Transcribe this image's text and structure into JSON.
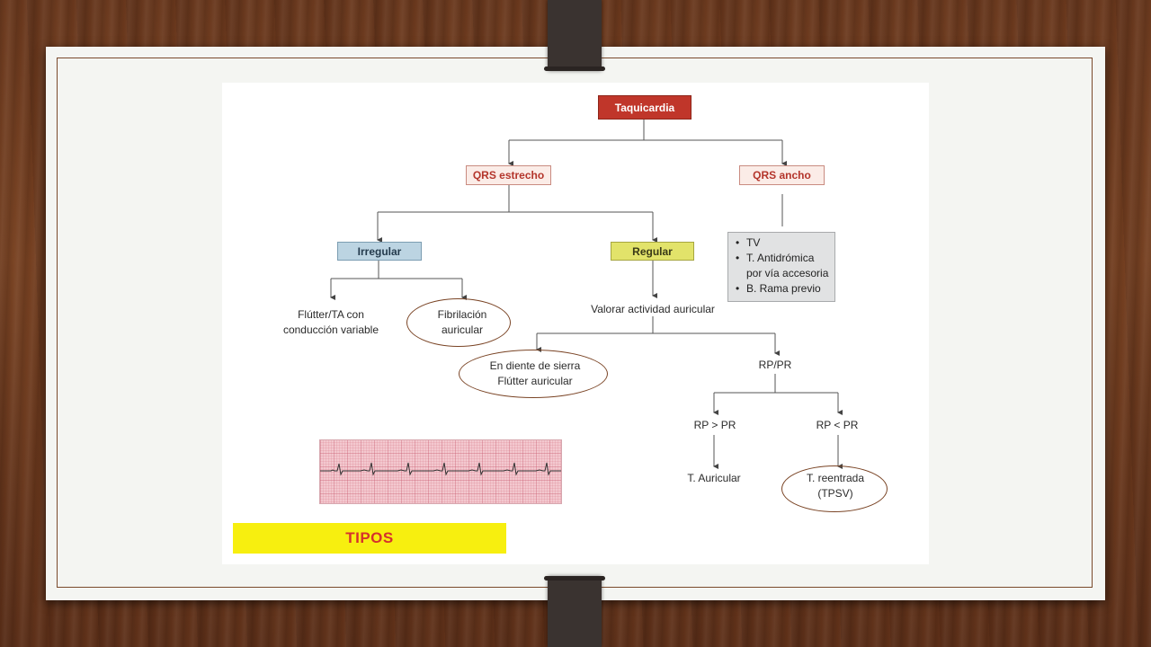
{
  "diagram": {
    "root": "Taquicardia",
    "narrow": "QRS estrecho",
    "wide": "QRS ancho",
    "irregular": "Irregular",
    "regular": "Regular",
    "wide_items": {
      "item1": "TV",
      "item2_line1": "T. Antidrómica",
      "item2_line2": "por vía accesoria",
      "item3": "B. Rama previo"
    },
    "flutter_ta": {
      "line1": "Flútter/TA con",
      "line2": "conducción variable"
    },
    "fibrilacion": {
      "line1": "Fibrilación",
      "line2": "auricular"
    },
    "valorar": "Valorar actividad auricular",
    "diente": {
      "line1": "En diente de sierra",
      "line2": "Flútter auricular"
    },
    "rp_pr": "RP/PR",
    "rp_gt_pr": "RP > PR",
    "rp_lt_pr": "RP < PR",
    "t_auricular": "T. Auricular",
    "t_reentrada": {
      "line1": "T. reentrada",
      "line2": "(TPSV)"
    }
  },
  "banner": "TIPOS",
  "colors": {
    "root_fill": "#c0362a",
    "qrs_fill": "#fbece7",
    "irregular_fill": "#bcd4e2",
    "regular_fill": "#e2e36a",
    "banner_fill": "#f7ef0f",
    "banner_text": "#d6312c",
    "oval_stroke": "#7a4425",
    "frame_stroke": "#7a4a2c"
  }
}
